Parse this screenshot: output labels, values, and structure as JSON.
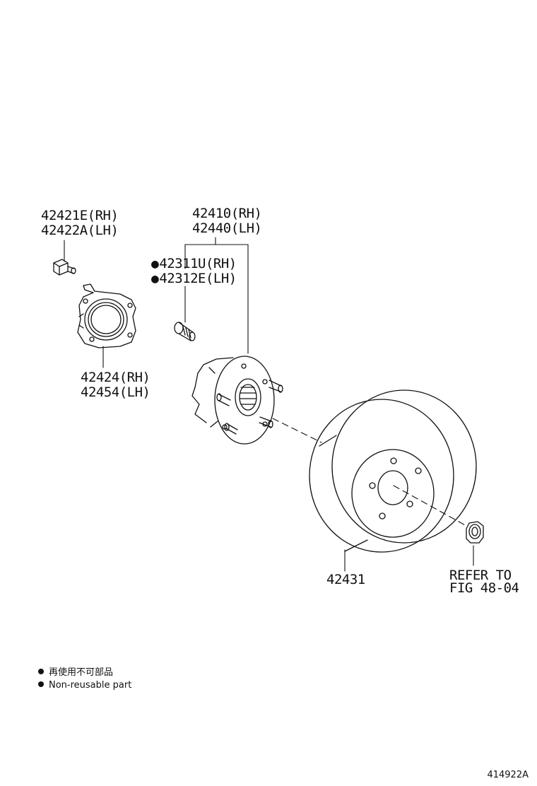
{
  "parts": {
    "bolt": {
      "rh": "42421E(RH)",
      "lh": "42422A(LH)"
    },
    "hub_assembly": {
      "rh": "42410(RH)",
      "lh": "42440(LH)"
    },
    "hub_bolt": {
      "rh": "42311U(RH)",
      "lh": "42312E(LH)",
      "non_reusable": true
    },
    "carrier": {
      "rh": "42424(RH)",
      "lh": "42454(LH)"
    },
    "disc": {
      "number": "42431"
    },
    "nut": {
      "line1": "REFER TO",
      "line2": "FIG 48-04"
    }
  },
  "legend": {
    "bullet_glyph": "●",
    "items": [
      {
        "text": "再使用不可部品"
      },
      {
        "text": "Non-reusable part"
      }
    ]
  },
  "figure_number": "414922A"
}
